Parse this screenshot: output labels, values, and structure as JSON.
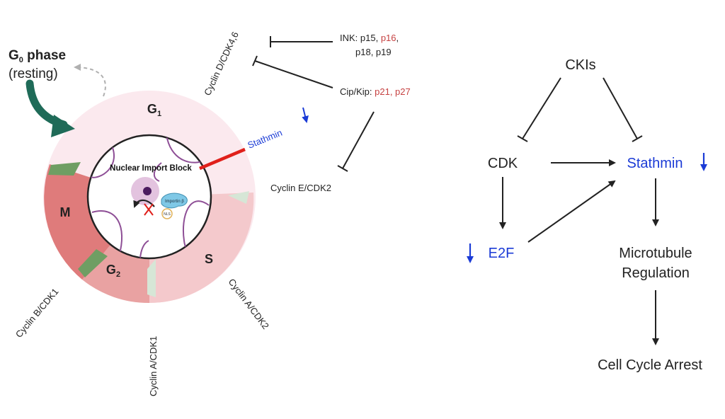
{
  "colors": {
    "g1": "#fbe9ee",
    "s": "#f4c9cc",
    "g2": "#e9a2a2",
    "m": "#df7b7b",
    "transition": "#6f9e63",
    "nucleus_border": "#222222",
    "chromatin": "#8e4f96",
    "stathmin_blue": "#1b3bd6",
    "red_text": "#c64242",
    "g0_arrow": "#1f6b58",
    "importin": "#7fc8e6",
    "block_red": "#e0201b",
    "line": "#222222"
  },
  "cell_cycle": {
    "g0_main": "G",
    "g0_sub": "0",
    "g0_rest": " phase",
    "g0_paren": "(resting)",
    "g1_main": "G",
    "g1_sub": "1",
    "s": "S",
    "g2_main": "G",
    "g2_sub": "2",
    "m": "M",
    "nuclear_block": "Nuclear Import Block",
    "importin": "Importin β",
    "nls": "NLS"
  },
  "cyclins": {
    "d": "Cyclin D/CDK4,6",
    "e": "Cyclin E/CDK2",
    "a2": "Cyclin A/CDK2",
    "a1": "Cyclin A/CDK1",
    "b1": "Cyclin B/CDK1"
  },
  "inhibitors": {
    "ink_prefix": "INK: p15, ",
    "ink_red": "p16",
    "ink_suffix": ",",
    "ink_line2": "p18, p19",
    "cip_prefix": "Cip/Kip: ",
    "cip_red": "p21, p27"
  },
  "stathmin_left": "Stathmin",
  "pathway": {
    "ckis": "CKIs",
    "cdk": "CDK",
    "stathmin": "Stathmin",
    "e2f": "E2F",
    "micro_line1": "Microtubule",
    "micro_line2": "Regulation",
    "arrest": "Cell Cycle Arrest"
  }
}
